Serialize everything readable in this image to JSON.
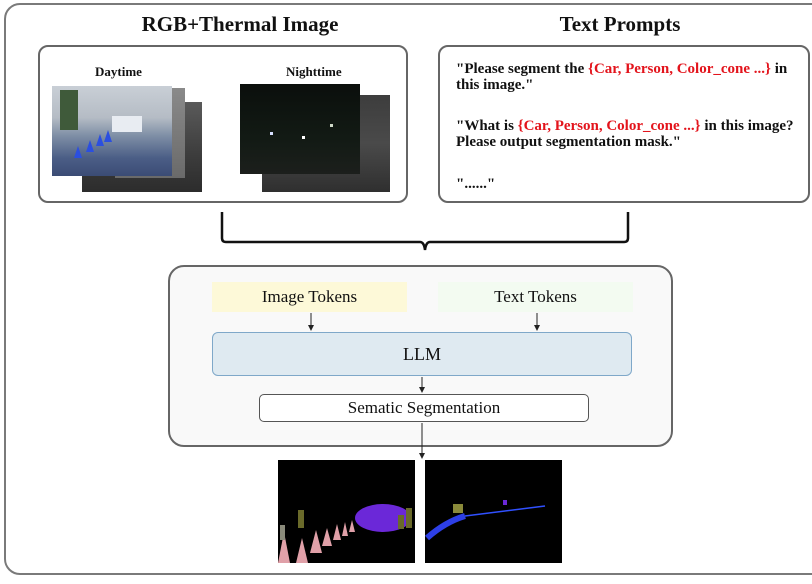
{
  "headings": {
    "image": "RGB+Thermal Image",
    "text": "Text Prompts"
  },
  "image_panel": {
    "daytime_label": "Daytime",
    "nighttime_label": "Nighttime"
  },
  "text_panel": {
    "prompt1": {
      "before": "\"Please segment the ",
      "highlight": "{Car, Person, Color_cone ...}",
      "after": " in this image.\""
    },
    "prompt2": {
      "before": "\"What is ",
      "highlight": "{Car, Person, Color_cone ...}",
      "after": " in this image? Please output segmentation mask.\""
    },
    "prompt3": "\"......\""
  },
  "pipeline": {
    "image_tokens": "Image Tokens",
    "text_tokens": "Text Tokens",
    "llm": "LLM",
    "segmentation": "Sematic Segmentation"
  },
  "colors": {
    "highlight": "#e3141c",
    "image_tokens_bg": "#fdf9d8",
    "text_tokens_bg": "#f3fbf1",
    "llm_bg": "#dfeaf1",
    "llm_border": "#7fa8c9"
  }
}
